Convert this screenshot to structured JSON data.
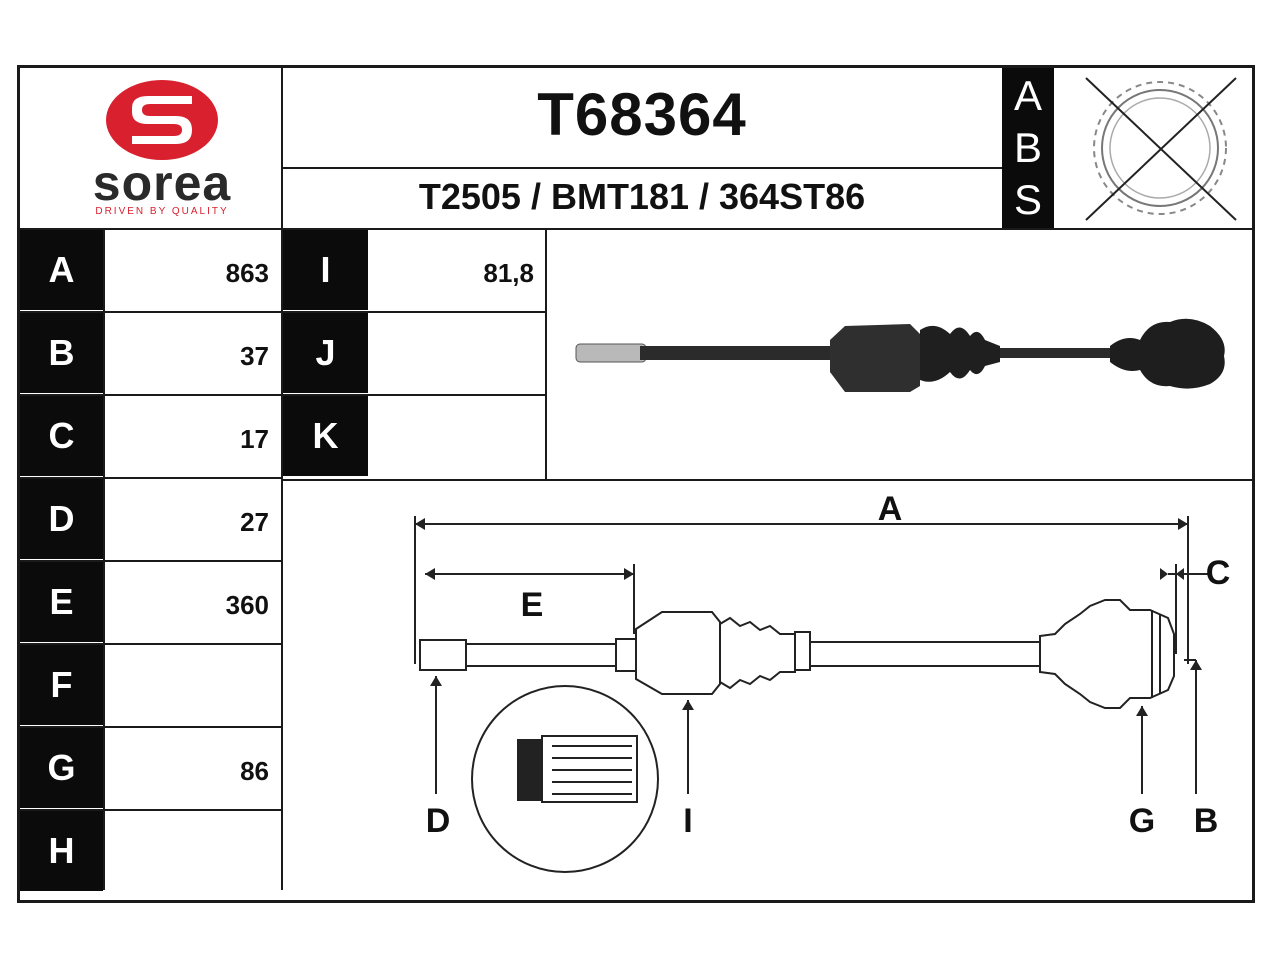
{
  "brand": {
    "name": "sorea",
    "tagline": "DRIVEN BY QUALITY",
    "color": "#d9202e"
  },
  "part": {
    "code": "T68364",
    "cross_refs": "T2505 / BMT181 / 364ST86"
  },
  "abs_column": {
    "letters": [
      "A",
      "B",
      "S"
    ]
  },
  "specs_left": [
    {
      "label": "A",
      "value": "863"
    },
    {
      "label": "B",
      "value": "37"
    },
    {
      "label": "C",
      "value": "17"
    },
    {
      "label": "D",
      "value": "27"
    },
    {
      "label": "E",
      "value": "360"
    },
    {
      "label": "F",
      "value": ""
    },
    {
      "label": "G",
      "value": "86"
    },
    {
      "label": "H",
      "value": ""
    }
  ],
  "specs_right": [
    {
      "label": "I",
      "value": "81,8"
    },
    {
      "label": "J",
      "value": ""
    },
    {
      "label": "K",
      "value": ""
    }
  ],
  "diagram_labels": {
    "A": "A",
    "B": "B",
    "C": "C",
    "D": "D",
    "E": "E",
    "G": "G",
    "I": "I"
  }
}
